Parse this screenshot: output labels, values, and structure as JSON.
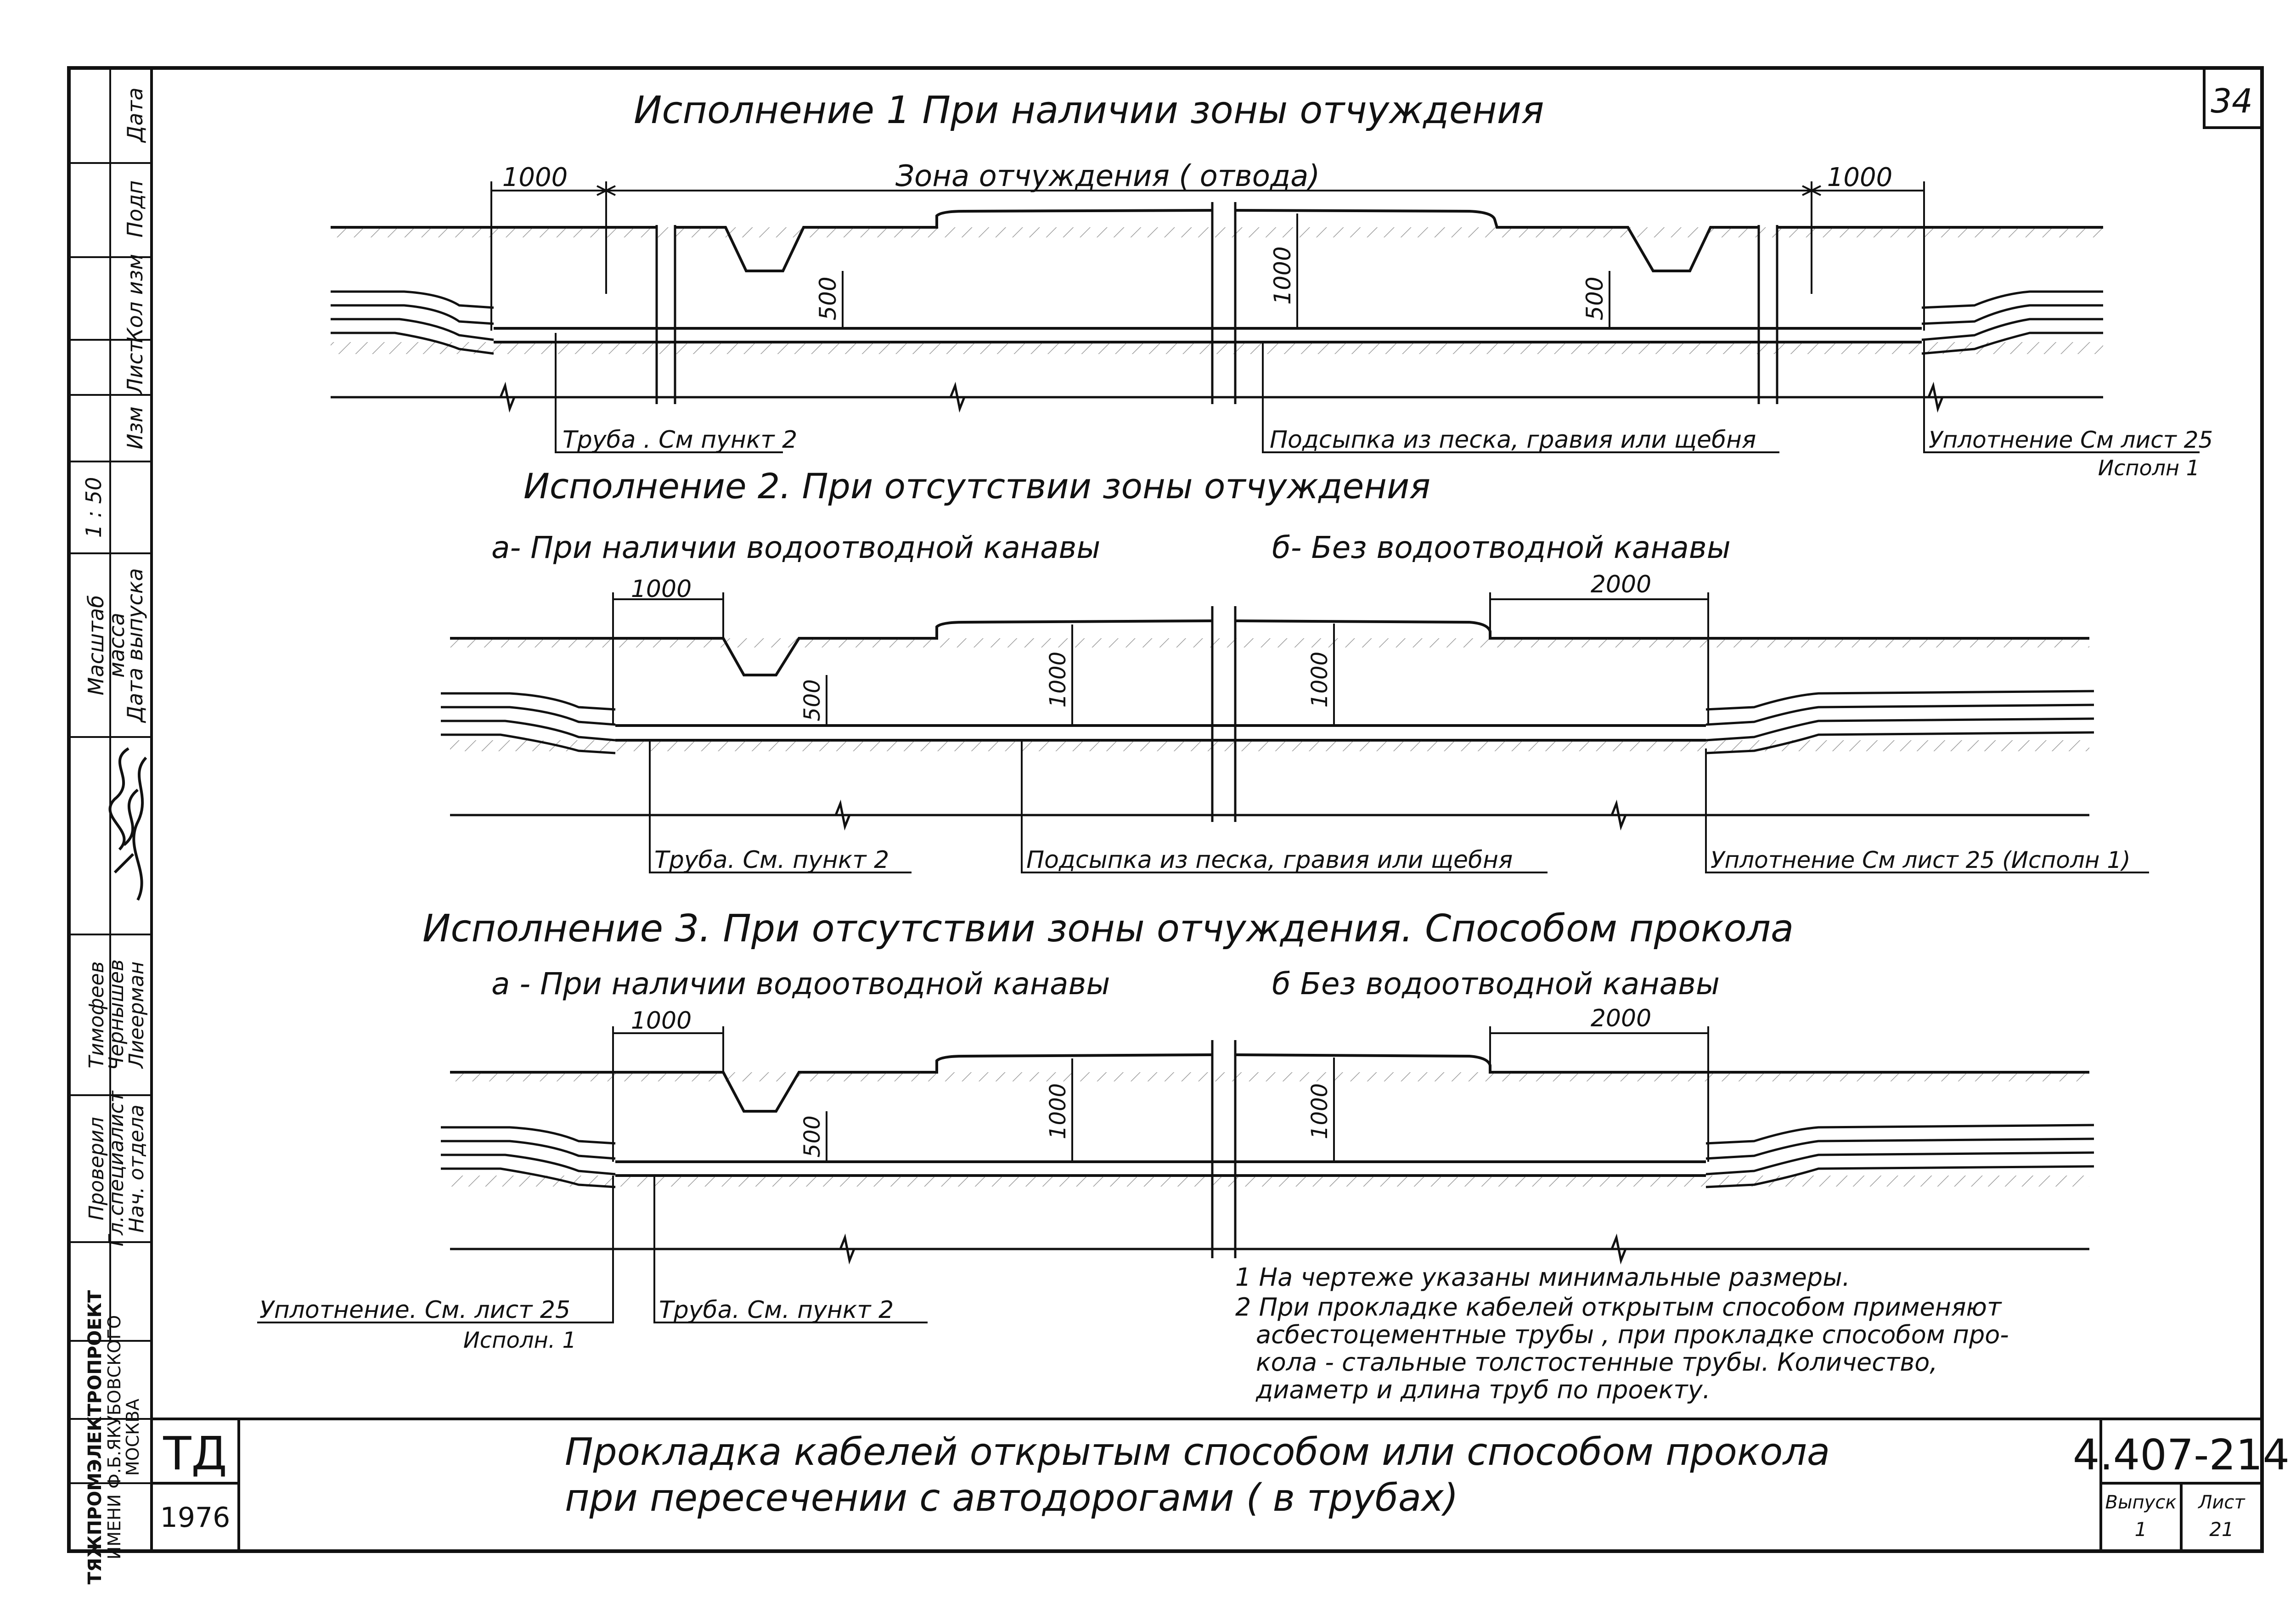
{
  "sheet": {
    "sheet_no": "34",
    "code": "4.407-214",
    "td": "ТД",
    "year": "1976",
    "issue_label": "Выпуск",
    "issue_value": "1",
    "list_label": "Лист",
    "list_value": "21",
    "title_line1": "Прокладка  кабелей  открытым способом  или способом прокола",
    "title_line2": "при  пересечении  с автодорогами   ( в трубах)",
    "org_line1": "ТЯЖПРОМЭЛЕКТРОПРОЕКТ",
    "org_line2": "ИМЕНИ Ф.Б.ЯКУБОВСКОГО",
    "org_line3": "МОСКВА"
  },
  "stamp": {
    "top_columns": [
      "Дата",
      "Подп",
      "Кол изм",
      "Лист",
      "Изм"
    ],
    "scale_label": "Масштаб",
    "scale_value": "1 : 50",
    "mass_label": "масса",
    "release_label": "Дата выпуска",
    "roles": [
      "Проверил",
      "Гл.специалист",
      "Нач. отдела"
    ],
    "names": [
      "Тимофеев",
      "Чернышев",
      "Лиеерман"
    ]
  },
  "sections": [
    {
      "heading": "Исполнение 1   При наличии  зоны  отчуждения",
      "zone_label": "Зона   отчуждения   ( отвода)",
      "dim_left": "1000",
      "dim_right": "1000",
      "depth_labels": [
        "500",
        "1000",
        "500"
      ],
      "callout_pipe": "Труба . См пункт 2",
      "callout_fill": "Подсыпка  из песка, гравия  или  щебня",
      "callout_seal": "Уплотнение  См лист 25",
      "callout_seal_sub": "Исполн 1"
    },
    {
      "heading": "Исполнение 2.  При  отсутствии   зоны    отчуждения",
      "sub_a": "а- При наличии водоотводной канавы",
      "sub_b": "б- Без водоотводной канавы",
      "dim_left": "1000",
      "dim_right": "2000",
      "depth_labels": [
        "500",
        "1000",
        "1000"
      ],
      "callout_pipe": "Труба. См. пункт 2",
      "callout_fill": "Подсыпка из песка, гравия или щебня",
      "callout_seal": "Уплотнение  См лист 25 (Исполн 1)"
    },
    {
      "heading": "Исполнение 3.  При  отсутствии  зоны  отчуждения. Способом  прокола",
      "sub_a": "а - При наличии  водоотводной  канавы",
      "sub_b": "б   Без водоотводной  канавы",
      "dim_left": "1000",
      "dim_right": "2000",
      "depth_labels": [
        "500",
        "1000",
        "1000"
      ],
      "callout_seal": "Уплотнение. См. лист 25",
      "callout_seal_sub": "Исполн. 1",
      "callout_pipe": "Труба.  См. пункт  2"
    }
  ],
  "notes": [
    "1  На чертеже  указаны  минимальные  размеры.",
    "2  При прокладке  кабелей  открытым  способом  применяют",
    "асбестоцементные  трубы ,  при  прокладке  способом  про-",
    "кола - стальные   толстостенные  трубы. Количество,",
    "диаметр  и  длина  труб  по  проекту."
  ]
}
